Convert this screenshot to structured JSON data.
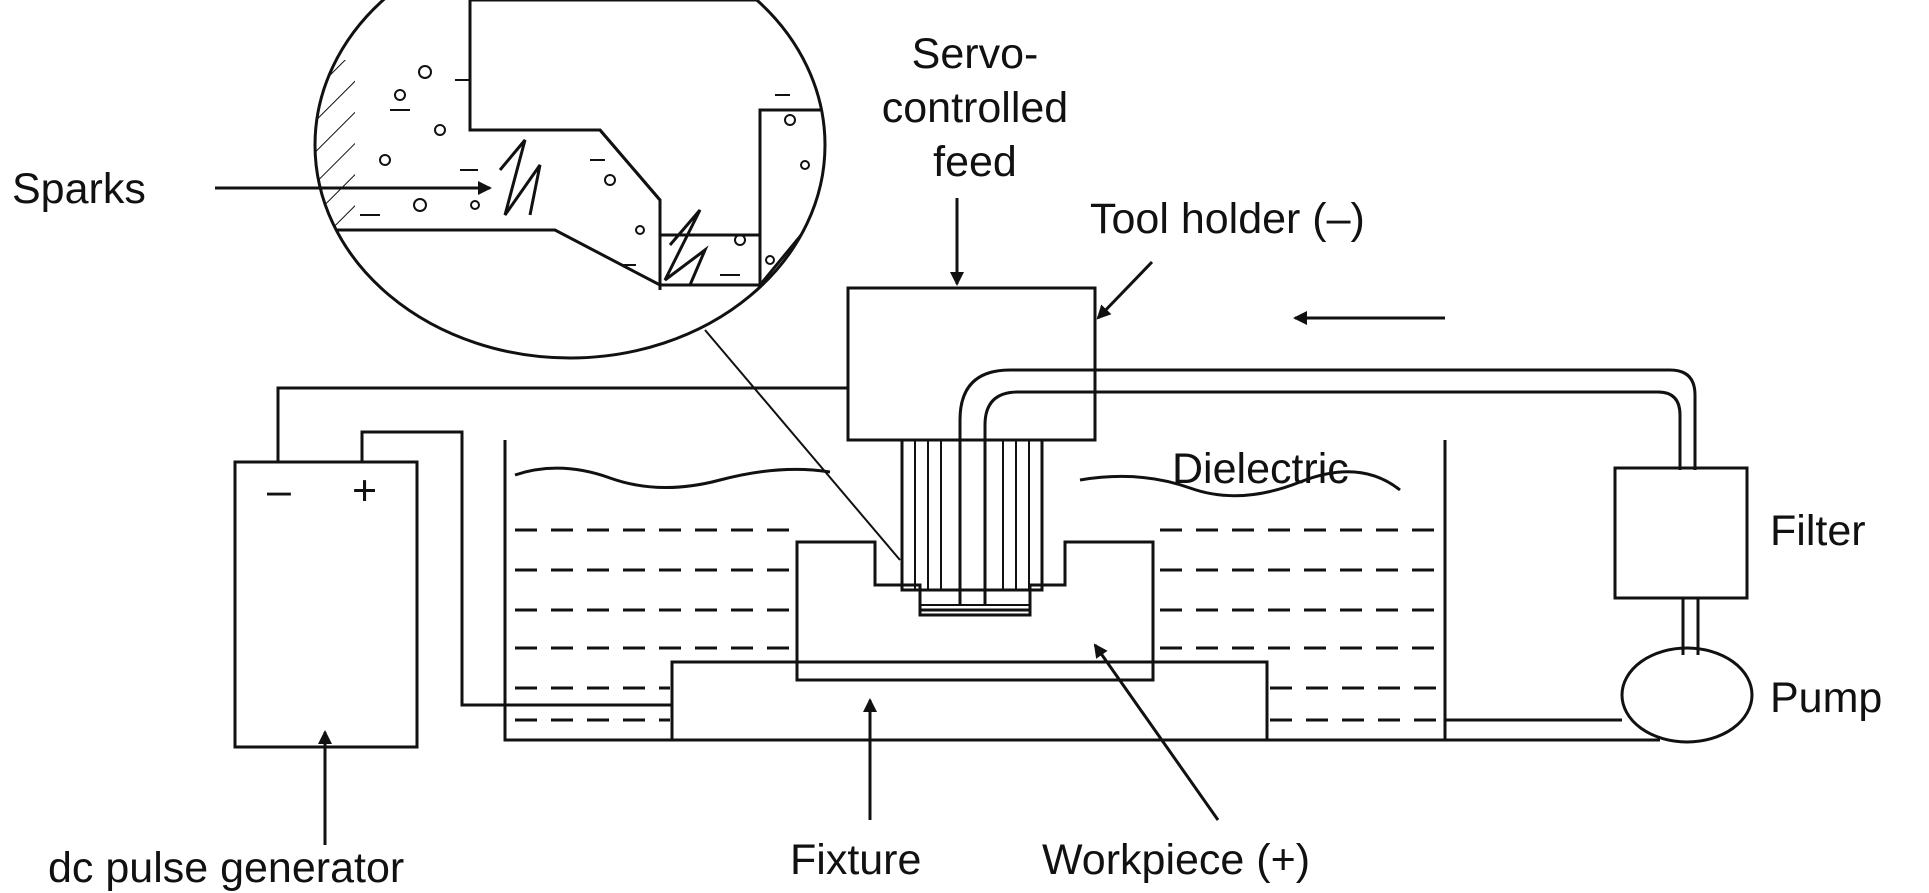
{
  "labels": {
    "servo_line1": "Servo-",
    "servo_line2": "controlled",
    "servo_line3": "feed",
    "sparks": "Sparks",
    "tool_holder": "Tool holder (–)",
    "dielectric": "Dielectric",
    "filter": "Filter",
    "pump": "Pump",
    "fixture": "Fixture",
    "workpiece": "Workpiece (+)",
    "dc_pulse_generator": "dc pulse generator",
    "minus_terminal": "–",
    "plus_terminal": "+"
  },
  "colors": {
    "ink": "#111111",
    "background": "#ffffff"
  }
}
